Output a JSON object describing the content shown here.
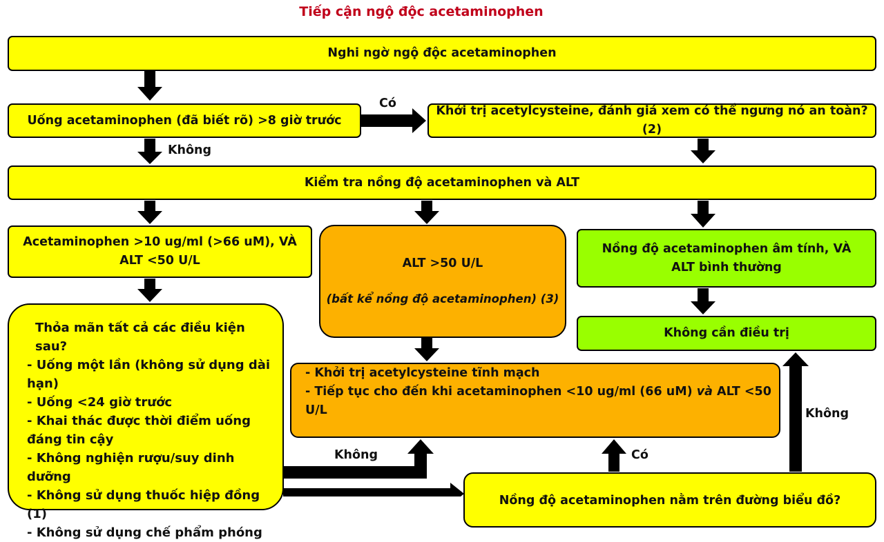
{
  "title": "Tiếp cận ngộ độc acetaminophen",
  "boxes": {
    "suspect": "Nghi ngờ ngộ độc acetaminophen",
    "ingest8h": "Uống acetaminophen (đã biết rõ) >8 giờ trước",
    "start_nac_eval": "Khởi trị acetylcysteine, đánh giá xem có thể ngưng nó an toàn? (2)",
    "check_levels": "Kiểm tra nồng độ acetaminophen và ALT",
    "apap_high": {
      "line1": "Acetaminophen >10 ug/ml (>66 uM), VÀ",
      "line2": "ALT <50 U/L"
    },
    "alt_high": {
      "line1": "ALT >50 U/L",
      "line2": "(bất kể nồng độ acetaminophen) (3)"
    },
    "negative": {
      "line1": "Nồng độ acetaminophen âm tính, VÀ",
      "line2": "ALT bình thường"
    },
    "no_treatment": "Không cần điều trị",
    "criteria": {
      "heading": "Thỏa mãn tất cả các điều kiện sau?",
      "items": [
        "- Uống một lần (không sử dụng dài hạn)",
        "- Uống <24 giờ trước",
        "- Khai thác được thời điểm uống đáng tin cậy",
        "- Không nghiện rượu/suy dinh dưỡng",
        "- Không sử dụng thuốc hiệp đồng (1)",
        "- Không sử dụng chế phẩm phóng"
      ]
    },
    "iv_nac": {
      "line1": "- Khởi trị acetylcysteine tĩnh mạch",
      "line2a": "- Tiếp tục cho đến khi acetaminophen <10 ug/ml (66 uM) ",
      "line2b": "và",
      "line2c": " ALT <50 U/L"
    },
    "bottom_partial": "Nồng độ acetaminophen nằm trên đường biểu đồ?"
  },
  "labels": {
    "yes1": "Có",
    "no1": "Không",
    "no2": "Không",
    "yes2": "Có",
    "no3": "Không"
  }
}
